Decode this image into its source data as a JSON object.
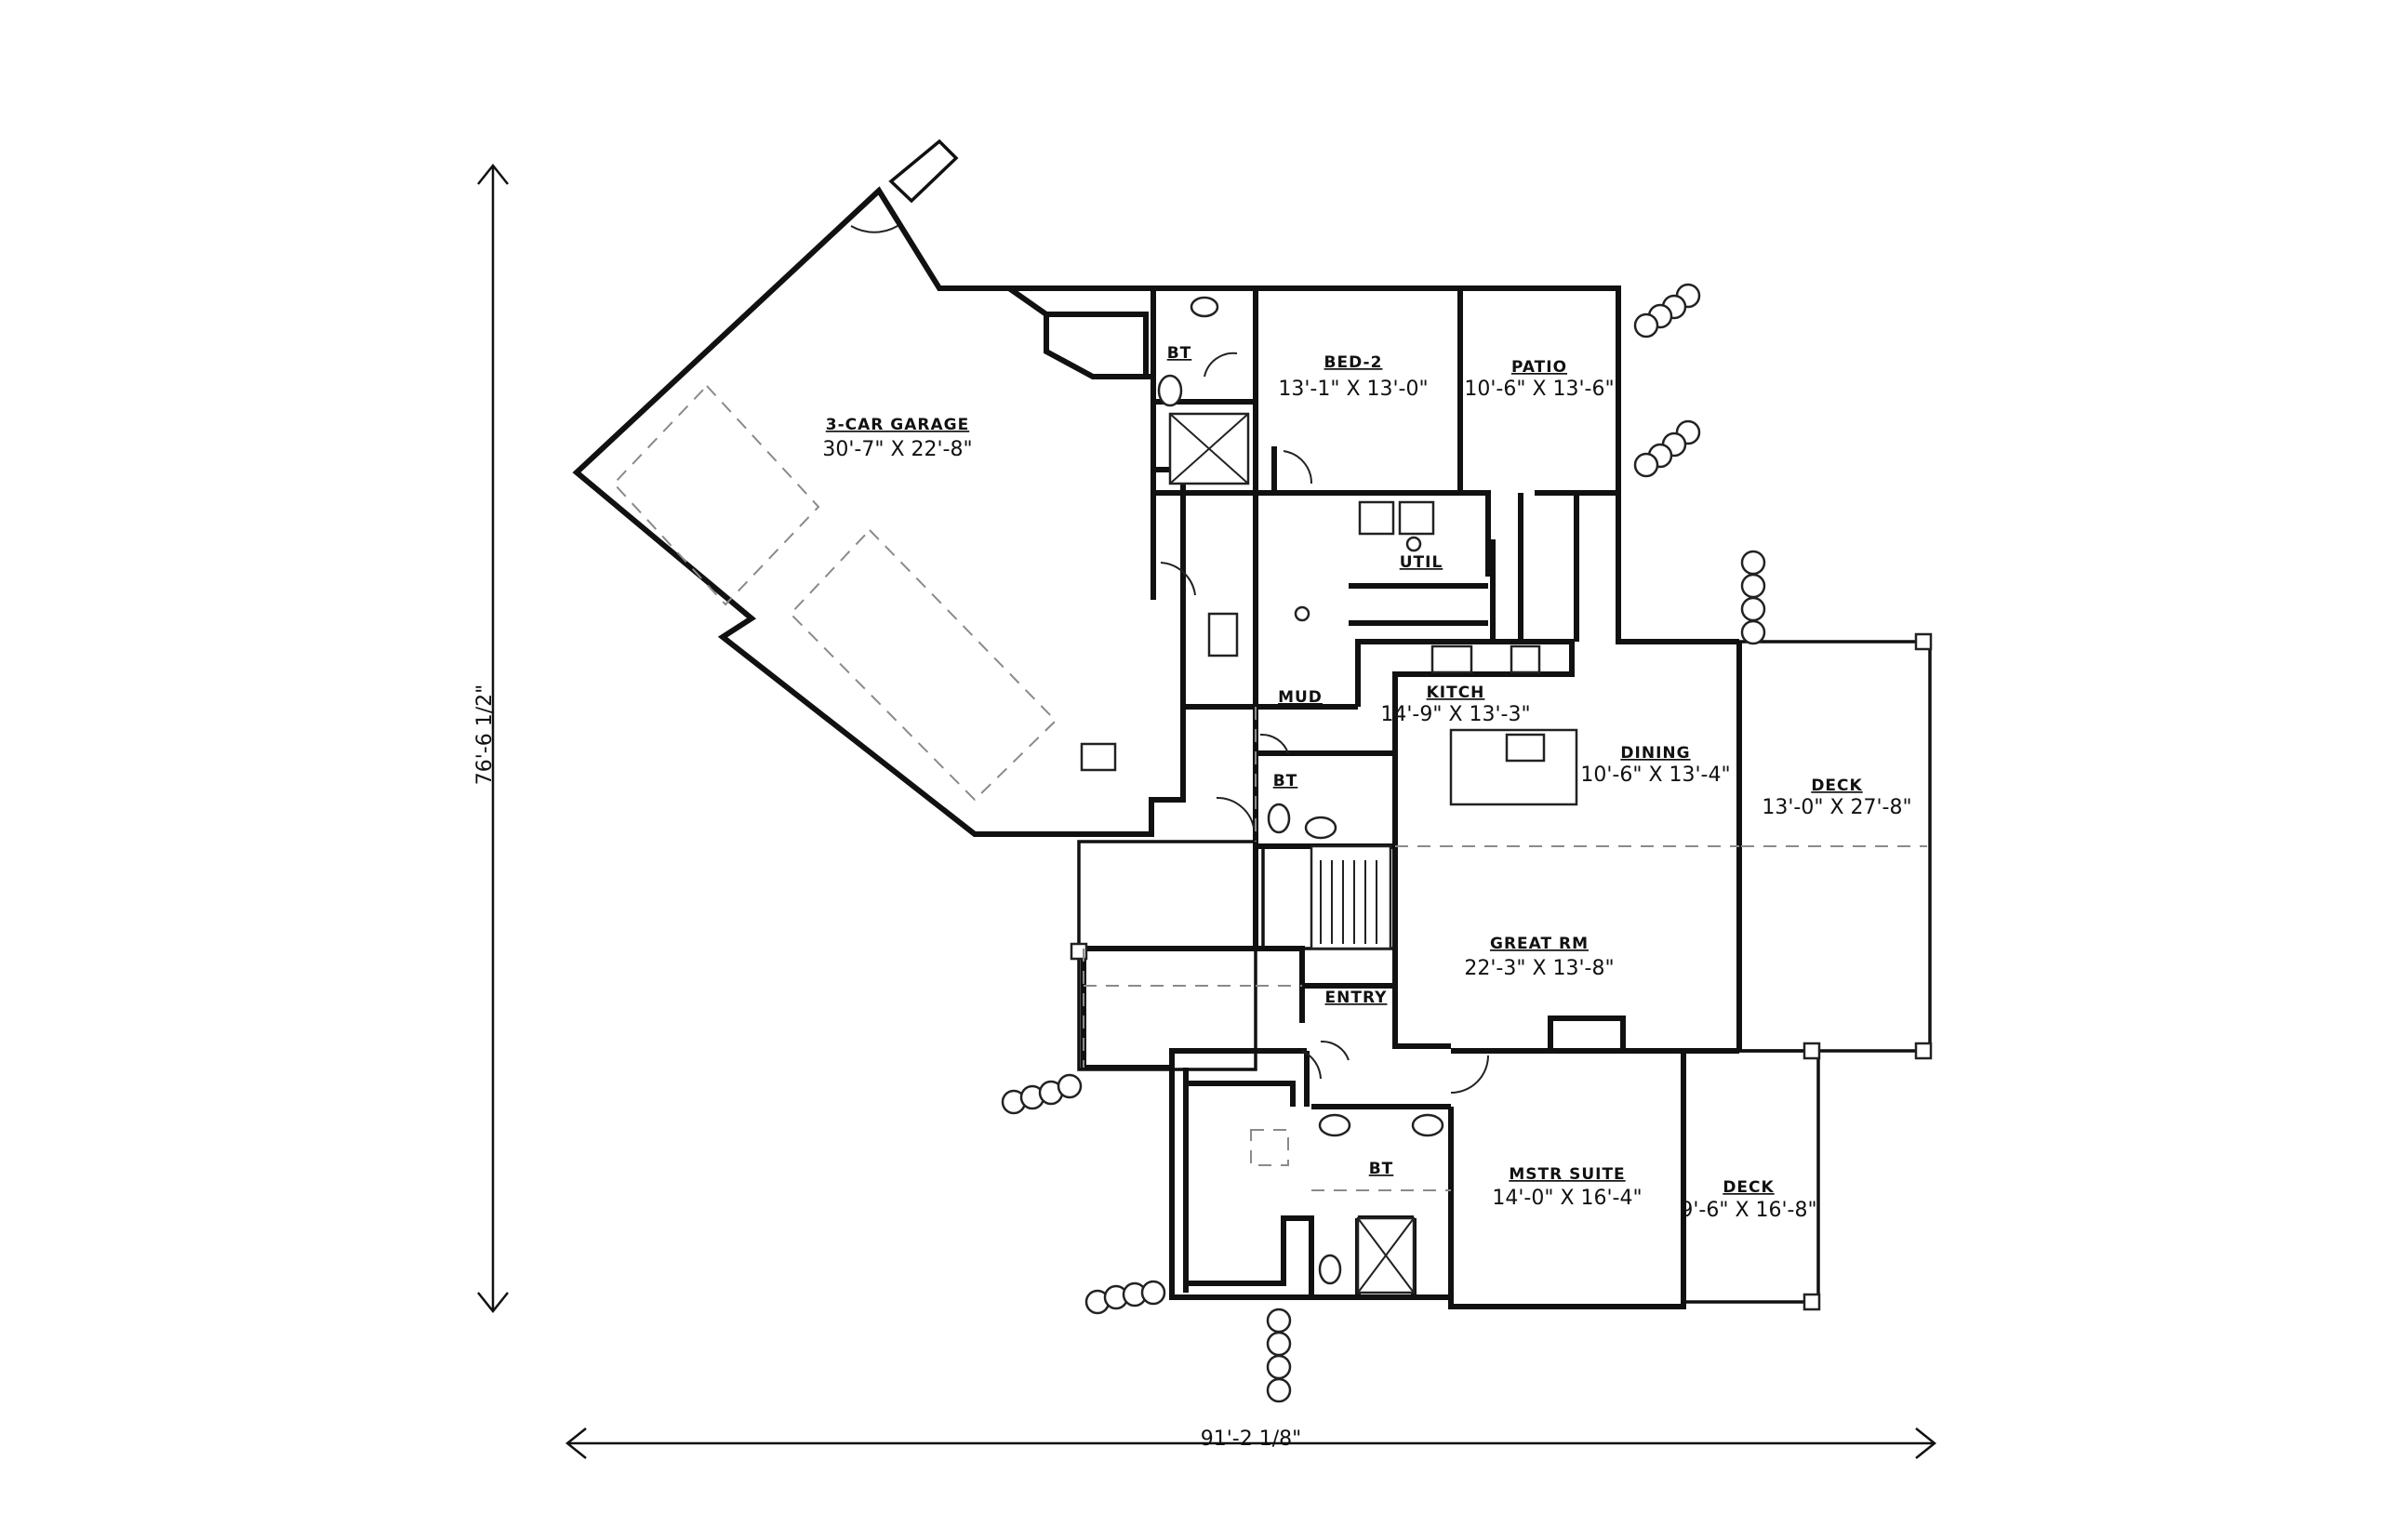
{
  "dimensions": {
    "overall_width": "91'-2 1/8\"",
    "overall_depth": "76'-6 1/2\""
  },
  "rooms": {
    "garage": {
      "name": "3-CAR GARAGE",
      "size": "30'-7\" X 22'-8\""
    },
    "bed2": {
      "name": "BED-2",
      "size": "13'-1\" X 13'-0\""
    },
    "patio": {
      "name": "PATIO",
      "size": "10'-6\" X 13'-6\""
    },
    "util": {
      "name": "UTIL"
    },
    "mud": {
      "name": "MUD"
    },
    "kitchen": {
      "name": "KITCH",
      "size": "14'-9\" X 13'-3\""
    },
    "dining": {
      "name": "DINING",
      "size": "10'-6\" X 13'-4\""
    },
    "deck_main": {
      "name": "DECK",
      "size": "13'-0\" X 27'-8\""
    },
    "great": {
      "name": "GREAT RM",
      "size": "22'-3\" X 13'-8\""
    },
    "entry": {
      "name": "ENTRY"
    },
    "bath_upper": {
      "name": "BT"
    },
    "bath_mid": {
      "name": "BT"
    },
    "bath_master": {
      "name": "BT"
    },
    "master": {
      "name": "MSTR SUITE",
      "size": "14'-0\" X 16'-4\""
    },
    "deck_small": {
      "name": "DECK",
      "size": "9'-6\" X 16'-8\""
    }
  },
  "icons": [
    "toilet-icon",
    "shower-icon",
    "sink-icon",
    "tub-icon",
    "stair-icon",
    "shrub-icon",
    "door-swing-icon"
  ]
}
